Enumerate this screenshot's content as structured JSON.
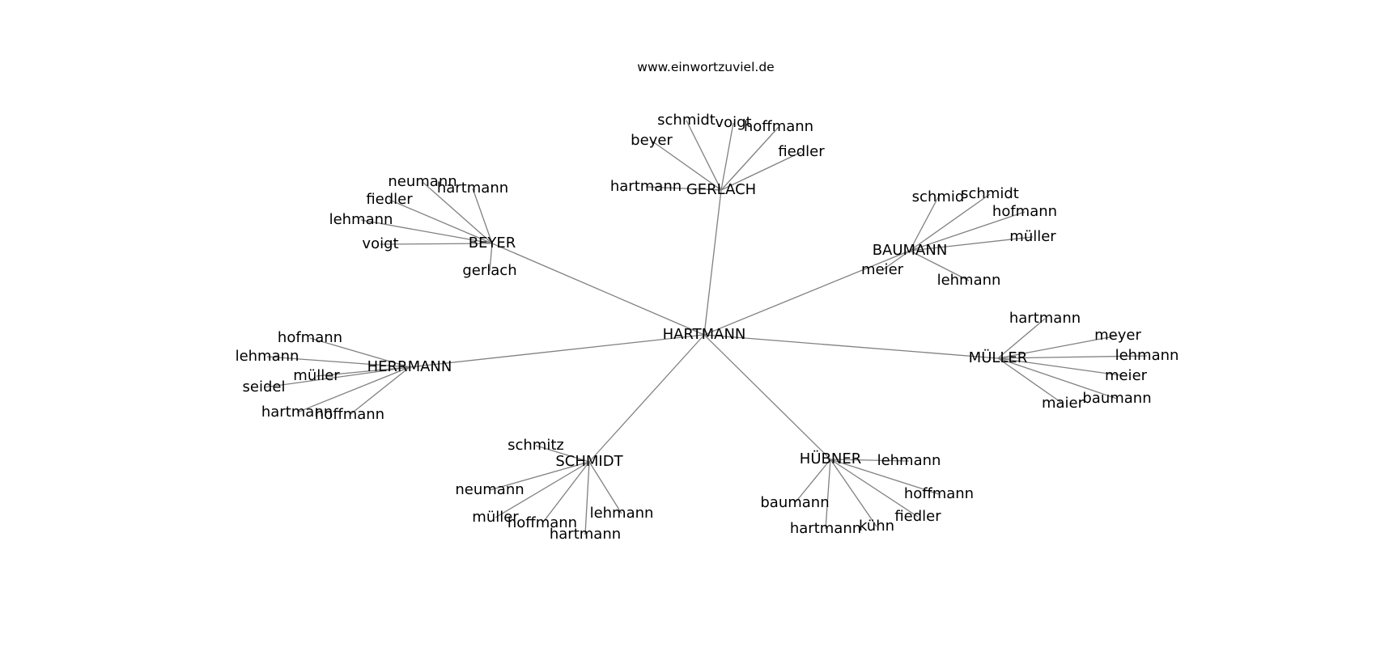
{
  "site_url": "www.einwortzuviel.de",
  "graph": {
    "root": "HARTMANN",
    "hubs": [
      {
        "name": "GERLACH",
        "leaves": [
          "schmidt",
          "voigt",
          "hoffmann",
          "beyer",
          "fiedler",
          "hartmann"
        ]
      },
      {
        "name": "BEYER",
        "leaves": [
          "neumann",
          "hartmann",
          "fiedler",
          "lehmann",
          "voigt",
          "gerlach"
        ]
      },
      {
        "name": "BAUMANN",
        "leaves": [
          "schmid",
          "schmidt",
          "hofmann",
          "müller",
          "meier",
          "lehmann"
        ]
      },
      {
        "name": "MÜLLER",
        "leaves": [
          "hartmann",
          "meyer",
          "lehmann",
          "meier",
          "maier",
          "baumann"
        ]
      },
      {
        "name": "HERRMANN",
        "leaves": [
          "hofmann",
          "lehmann",
          "müller",
          "seidel",
          "hartmann",
          "hoffmann"
        ]
      },
      {
        "name": "SCHMIDT",
        "leaves": [
          "schmitz",
          "neumann",
          "müller",
          "hoffmann",
          "hartmann",
          "lehmann"
        ]
      },
      {
        "name": "HÜBNER",
        "leaves": [
          "lehmann",
          "baumann",
          "hoffmann",
          "fiedler",
          "kühn",
          "hartmann"
        ]
      }
    ]
  }
}
